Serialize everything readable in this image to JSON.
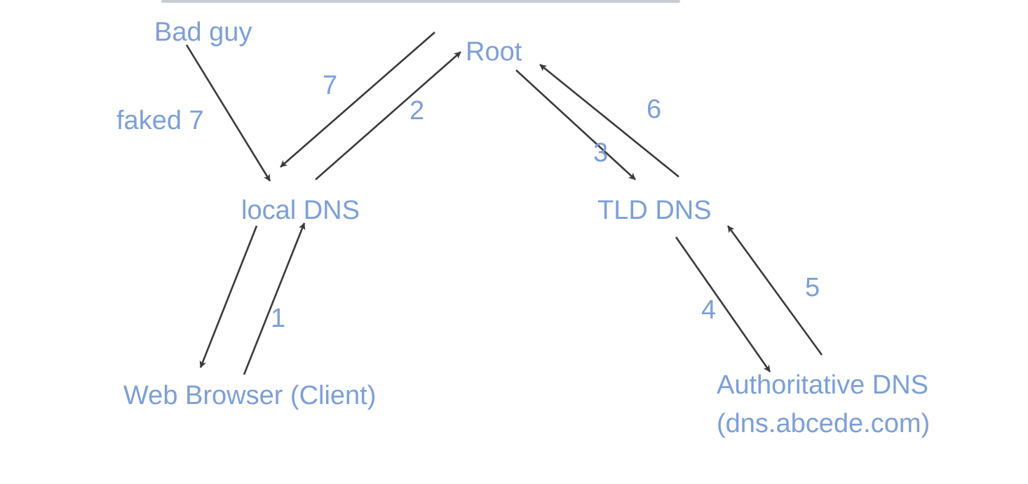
{
  "nodes": {
    "bad_guy": "Bad guy",
    "root": "Root",
    "local_dns": "local DNS",
    "tld_dns": "TLD DNS",
    "web_browser": "Web Browser (Client)",
    "authoritative_dns_line1": "Authoritative DNS",
    "authoritative_dns_line2": "(dns.abcede.com)"
  },
  "steps": {
    "step1": "1",
    "step2": "2",
    "step3": "3",
    "step4": "4",
    "step5": "5",
    "step6": "6",
    "step7": "7",
    "faked7": "faked 7"
  },
  "colors": {
    "label": "#7c9fd8",
    "arrow": "#3a3a3a",
    "background": "#ffffff"
  }
}
